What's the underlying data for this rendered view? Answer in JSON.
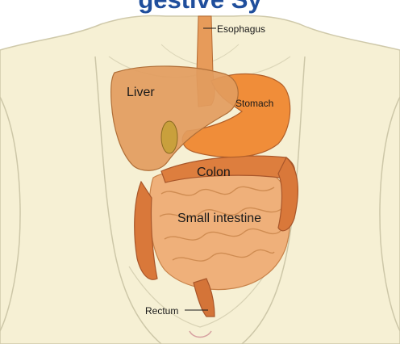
{
  "title_fragment": "gestive Sy",
  "labels": {
    "esophagus": "Esophagus",
    "liver": "Liver",
    "stomach": "Stomach",
    "colon": "Colon",
    "small_intestine": "Small intestine",
    "rectum": "Rectum"
  },
  "colors": {
    "title": "#1f4e9c",
    "skin": "#f5efd2",
    "skin_outline": "#c9c4a6",
    "organs": "#e8a35c",
    "liver": "#e2995a",
    "stomach": "#ef8f3a",
    "colon": "#dc7d3e",
    "label_text": "#1a1a1a"
  }
}
